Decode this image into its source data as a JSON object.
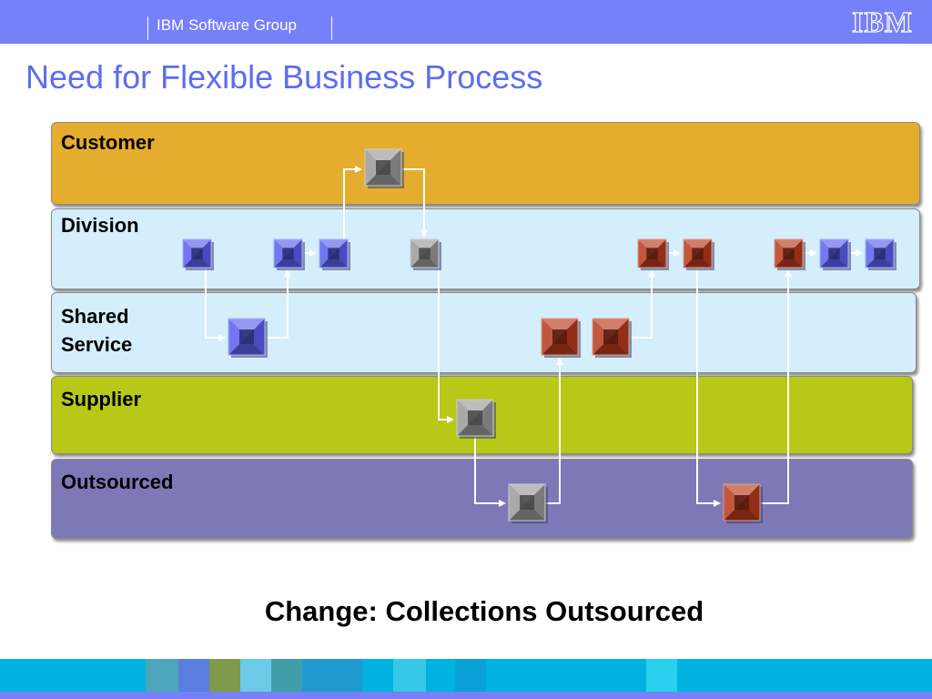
{
  "header": {
    "group_name": "IBM Software Group",
    "logo_text": "IBM"
  },
  "slide": {
    "title": "Need for Flexible Business Process",
    "caption": "Change: Collections Outsourced"
  },
  "lanes": [
    {
      "label": "Customer",
      "color": "#e5ad2e"
    },
    {
      "label": "Division",
      "color": "#d4eefb"
    },
    {
      "label": "Shared Service",
      "label_lines": [
        "Shared",
        "Service"
      ],
      "color": "#d4eefb"
    },
    {
      "label": "Supplier",
      "color": "#b8c816"
    },
    {
      "label": "Outsourced",
      "color": "#7d78b6"
    }
  ],
  "process_colors": {
    "blue": "#5a5ff0",
    "gray": "#9a9a9a",
    "red": "#b8391c"
  },
  "process_steps": [
    {
      "lane": "Customer",
      "color": "gray"
    },
    {
      "lane": "Division",
      "color": "blue"
    },
    {
      "lane": "Division",
      "color": "blue"
    },
    {
      "lane": "Division",
      "color": "blue"
    },
    {
      "lane": "Division",
      "color": "gray"
    },
    {
      "lane": "Division",
      "color": "red"
    },
    {
      "lane": "Division",
      "color": "red"
    },
    {
      "lane": "Division",
      "color": "red"
    },
    {
      "lane": "Division",
      "color": "blue"
    },
    {
      "lane": "Division",
      "color": "blue"
    },
    {
      "lane": "Shared Service",
      "color": "blue"
    },
    {
      "lane": "Shared Service",
      "color": "red"
    },
    {
      "lane": "Shared Service",
      "color": "red"
    },
    {
      "lane": "Supplier",
      "color": "gray"
    },
    {
      "lane": "Outsourced",
      "color": "gray"
    },
    {
      "lane": "Outsourced",
      "color": "red"
    }
  ]
}
